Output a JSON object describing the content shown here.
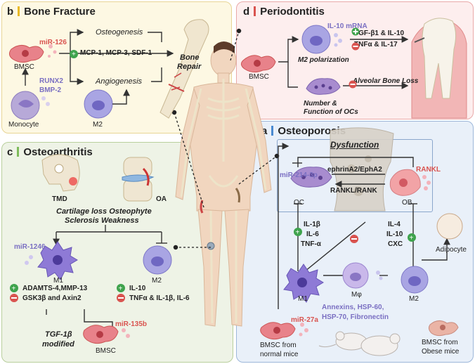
{
  "colors": {
    "panel_b_bg": "#fdf8e3",
    "panel_b_border": "#e8d596",
    "panel_d_bg": "#fdeeee",
    "panel_d_border": "#e9a9a9",
    "panel_c_bg": "#eef3e6",
    "panel_c_border": "#b9cf9d",
    "panel_a_bg": "#e9f0f9",
    "panel_a_border": "#9db7da",
    "accent_red": "#d9534f",
    "accent_purple": "#7a6fc2",
    "plus_green": "#3fa34d",
    "minus_red": "#d9534f"
  },
  "panel_b": {
    "letter": "b",
    "title": "Bone Fracture",
    "mirna": "miR-126",
    "bmsc": "BMSC",
    "runx2": "RUNX2",
    "bmp2": "BMP-2",
    "monocyte": "Monocyte",
    "osteogenesis": "Osteogenesis",
    "angiogenesis": "Angiogenesis",
    "mcp": "MCP-1, MCP-3, SDF-1",
    "m2": "M2",
    "bone_repair_1": "Bone",
    "bone_repair_2": "Repair"
  },
  "panel_d": {
    "letter": "d",
    "title": "Periodontitis",
    "il10_mrna": "IL-10 mRNA",
    "tgf": "TGF-β1 & IL-10",
    "tnf": "TNFα & IL-17",
    "m2_polarization": "M2 polarization",
    "bmsc": "BMSC",
    "alveolar": "Alveolar Bone Loss",
    "ocs_1": "Number &",
    "ocs_2": "Function of OCs"
  },
  "panel_c": {
    "letter": "c",
    "title": "Osteoarthritis",
    "tmd": "TMD",
    "oa": "OA",
    "cartilage": "Cartilage loss Osteophyte",
    "sclerosis": "Sclerosis Weakness",
    "mirna_1246": "miR-1246",
    "m1": "M1",
    "m2": "M2",
    "adamts": "ADAMTS-4,MMP-13",
    "gsk": "GSK3β and Axin2",
    "il10": "IL-10",
    "tnf": "TNFα & IL-1β,  IL-6",
    "tgf_1": "TGF-1β",
    "tgf_2": "modified",
    "mirna_135b": "miR-135b",
    "bmsc": "BMSC"
  },
  "panel_a": {
    "letter": "a",
    "title": "Osteoporosis",
    "dysfunction": "Dysfunction",
    "mirna_214": "miR-214-3p",
    "rankl": "RANKL",
    "ephrin": "ephrinA2/EphA2",
    "rankl_rank": "RANKL/RANK",
    "oc": "OC",
    "ob": "OB",
    "il1b": "IL-1β",
    "il6": "IL-6",
    "tnfa": "TNF-α",
    "il4": "IL-4",
    "il10": "IL-10",
    "cxc": "CXC",
    "adipocyte": "Adipocyte",
    "m1": "M1",
    "mphi": "Mφ",
    "m2": "M2",
    "annexins": "Annexins, HSP-60,",
    "hsp70": "HSP-70, Fibronectin",
    "mirna_27a": "miR-27a",
    "bmsc_normal_1": "BMSC from",
    "bmsc_normal_2": "normal mice",
    "bmsc_obese_1": "BMSC from",
    "bmsc_obese_2": "Obese mice"
  }
}
